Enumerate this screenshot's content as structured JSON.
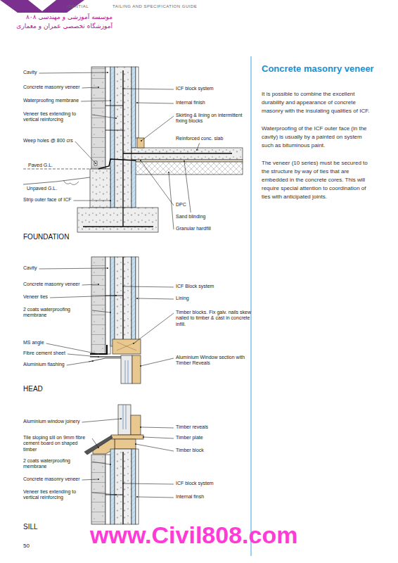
{
  "diagram": {
    "title": "Concrete masonry veneer",
    "labels": [
      "IDENTIAL",
      "TAILING AND SPECIFICATION GUIDE",
      "موسسه آموزشی و مهندسی ۸۰۸",
      "آموزشگاه تخصصی عمران و معماری",
      "It is possible to combine the excellent durability and appearance of concrete masonry with the insulating qualities of ICF.",
      "Waterproofing of the ICF outer face (in the cavity) is usually by a painted on system such as bituminous paint.",
      "The veneer (10 series) must be secured to the structure by way of ties that are embedded in the concrete cores. This will require special attention to coordination of ties with anticipated joints.",
      "Cavity",
      "Concrete masonry veneer",
      "Waterproofing membrane",
      "Veneer ties extending to vertical reinforcing",
      "Weep holes @ 800 crs",
      "Paved G.L.",
      "Unpaved G.L.",
      "Strip outer face of ICF",
      "ICF block system",
      "Internal finish",
      "Skirting & lining on intermittent fixing blocks",
      "Reinforced conc. slab",
      "DPC",
      "Sand blinding",
      "Granular hardfill",
      "FOUNDATION",
      "Cavity",
      "Concrete masonry veneer",
      "Veneer ties",
      "2 coats waterproofing membrane",
      "MS angle",
      "Fibre cement sheet",
      "Aluminium flashing",
      "ICF Block system",
      "Lining",
      "Timber blocks. Fix galv. nails skew nailed to timber & cast in concrete infill.",
      "Aluminium Window section with Timber Reveals",
      "HEAD",
      "Aluminium window joinery",
      "Tile sloping sill on 9mm fibre cement board on shaped timber",
      "2 coats waterproofing membrane",
      "Concrete masonry veneer",
      "Veneer ties extending to vertical reinforcing",
      "Timber reveals",
      "Timber plate",
      "Timber block",
      "ICF block system",
      "Internal finsh",
      "SILL",
      "50",
      "www.Civil808.com"
    ]
  }
}
